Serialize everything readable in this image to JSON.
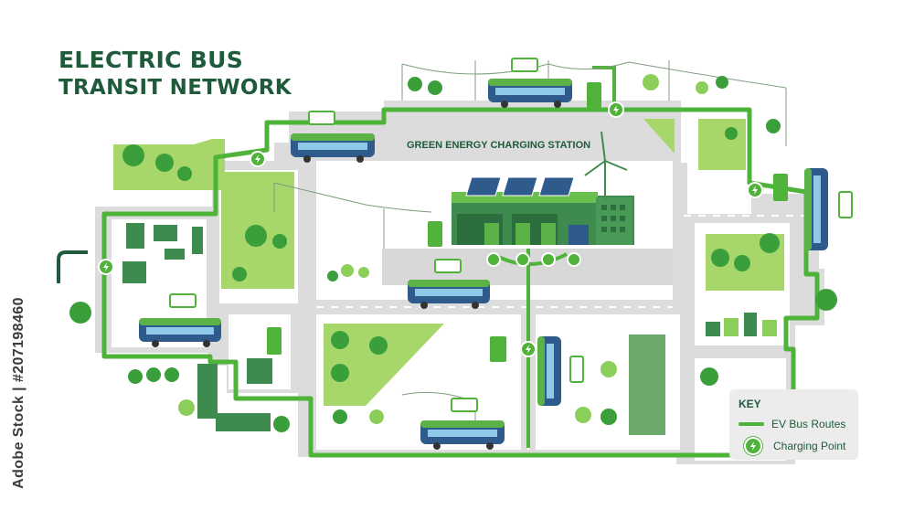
{
  "title": {
    "line1": "ELECTRIC BUS",
    "line2": "TRANSIT NETWORK"
  },
  "station": {
    "label": "GREEN ENERGY CHARGING STATION"
  },
  "key": {
    "title": "KEY",
    "items": [
      {
        "label": "EV Bus Routes",
        "icon": "route-line"
      },
      {
        "label": "Charging Point",
        "icon": "lightning-icon"
      }
    ]
  },
  "watermark": {
    "id": "Adobe Stock | #207198460",
    "logo_text": "Adobe Stock"
  },
  "colors": {
    "title": "#1f5b3a",
    "route": "#4fb33a",
    "road": "#dcdcdc",
    "park": "#a7d66b",
    "tree_dark": "#3a9e3a",
    "tree_light": "#8bcf5a",
    "bus_body": "#2f5b8c",
    "bus_top": "#5bb347",
    "building": "#3f8a4f"
  }
}
